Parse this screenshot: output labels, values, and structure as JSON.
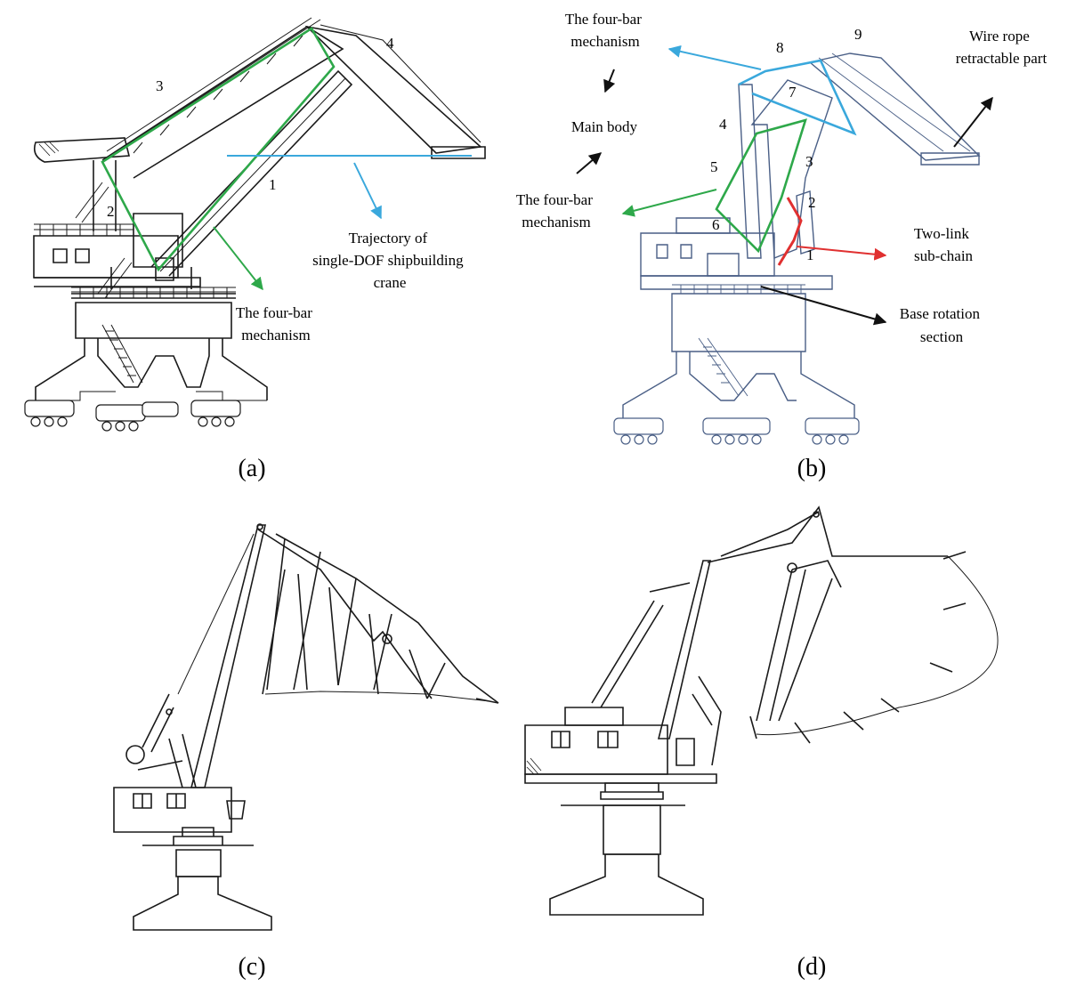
{
  "panels": {
    "a": {
      "caption": "(a)",
      "part_numbers": [
        "1",
        "2",
        "3",
        "4"
      ],
      "annotations": {
        "trajectory_line1": "Trajectory of",
        "trajectory_line2": "single-DOF shipbuilding",
        "trajectory_line3": "crane",
        "fourbar_line1": "The four-bar",
        "fourbar_line2": "mechanism"
      }
    },
    "b": {
      "caption": "(b)",
      "part_numbers": [
        "1",
        "2",
        "3",
        "4",
        "5",
        "6",
        "7",
        "8",
        "9"
      ],
      "annotations": {
        "fourbar_top_line1": "The four-bar",
        "fourbar_top_line2": "mechanism",
        "main_body": "Main body",
        "fourbar_left_line1": "The four-bar",
        "fourbar_left_line2": "mechanism",
        "wire_rope_line1": "Wire rope",
        "wire_rope_line2": "retractable part",
        "two_link_line1": "Two-link",
        "two_link_line2": "sub-chain",
        "base_rotation_line1": "Base rotation",
        "base_rotation_line2": "section"
      }
    },
    "c": {
      "caption": "(c)"
    },
    "d": {
      "caption": "(d)"
    }
  },
  "colors": {
    "trajectory_blue": "#3aa8dc",
    "fourbar_green": "#2ea84a",
    "two_link_red": "#e03030",
    "arrow_black": "#111111",
    "structure_ink": "#1a1a1a",
    "blueprint_ink": "#4a5f86"
  },
  "icons": [
    "arrow-icon"
  ]
}
